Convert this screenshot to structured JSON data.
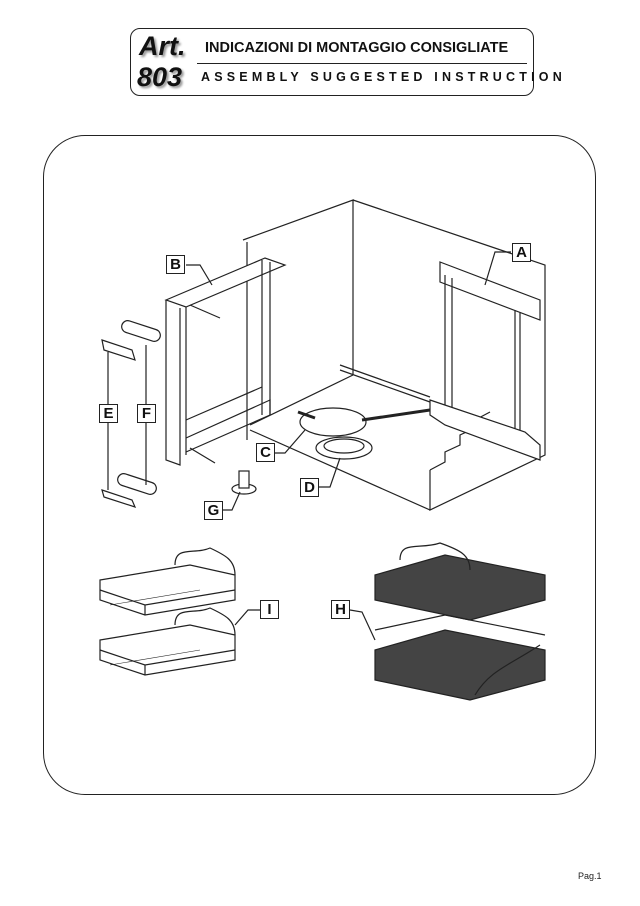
{
  "header": {
    "art_label": "Art.",
    "art_number": "803",
    "title_it": "INDICAZIONI DI MONTAGGIO CONSIGLIATE",
    "title_en": "ASSEMBLY SUGGESTED INSTRUCTION"
  },
  "parts": {
    "a": "A",
    "b": "B",
    "c": "C",
    "d": "D",
    "e": "E",
    "f": "F",
    "g": "G",
    "h": "H",
    "i": "I"
  },
  "footer": {
    "page": "Pag.1"
  }
}
